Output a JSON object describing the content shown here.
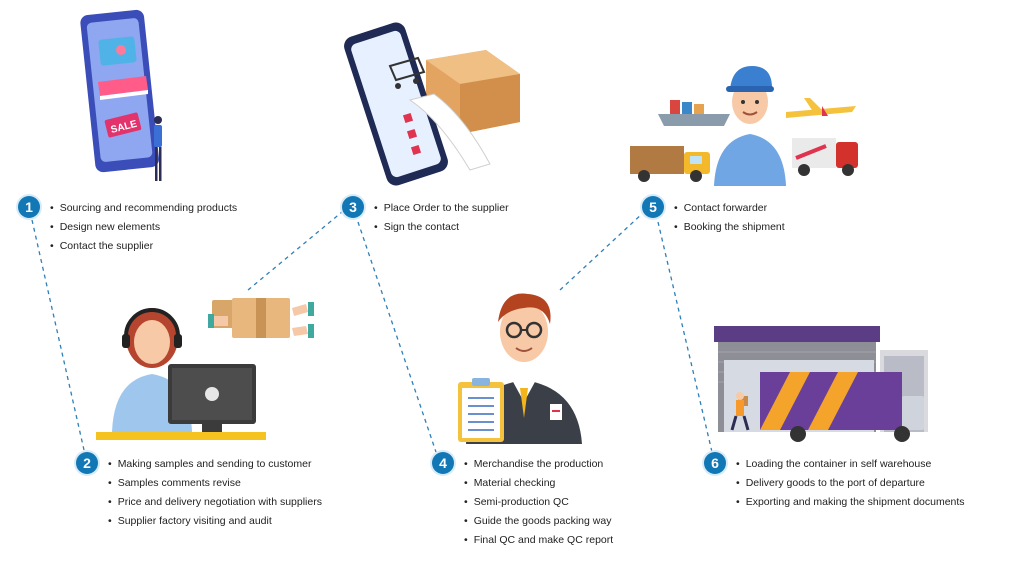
{
  "colors": {
    "accent": "#1277b5",
    "line": "#2f7fb8",
    "text": "#222222"
  },
  "steps": [
    {
      "number": "1",
      "icon": "smartphone-shop-icon",
      "items": [
        "Sourcing and recommending products",
        "Design new elements",
        "Contact the supplier"
      ]
    },
    {
      "number": "2",
      "icon": "customer-service-agent-icon",
      "items": [
        "Making samples and sending to customer",
        "Samples comments revise",
        "Price and delivery negotiation with suppliers",
        "Supplier factory visiting and audit"
      ]
    },
    {
      "number": "3",
      "icon": "online-order-icon",
      "items": [
        "Place Order to the supplier",
        "Sign the contact"
      ]
    },
    {
      "number": "4",
      "icon": "quality-inspector-icon",
      "items": [
        "Merchandise the production",
        "Material checking",
        "Semi-production QC",
        "Guide the goods packing way",
        "Final QC and make QC report"
      ]
    },
    {
      "number": "5",
      "icon": "delivery-worker-transport-icon",
      "items": [
        "Contact forwarder",
        "Booking the shipment"
      ]
    },
    {
      "number": "6",
      "icon": "warehouse-truck-icon",
      "items": [
        "Loading the container in self warehouse",
        "Delivery goods to the port of departure",
        "Exporting and making the shipment documents"
      ]
    }
  ]
}
